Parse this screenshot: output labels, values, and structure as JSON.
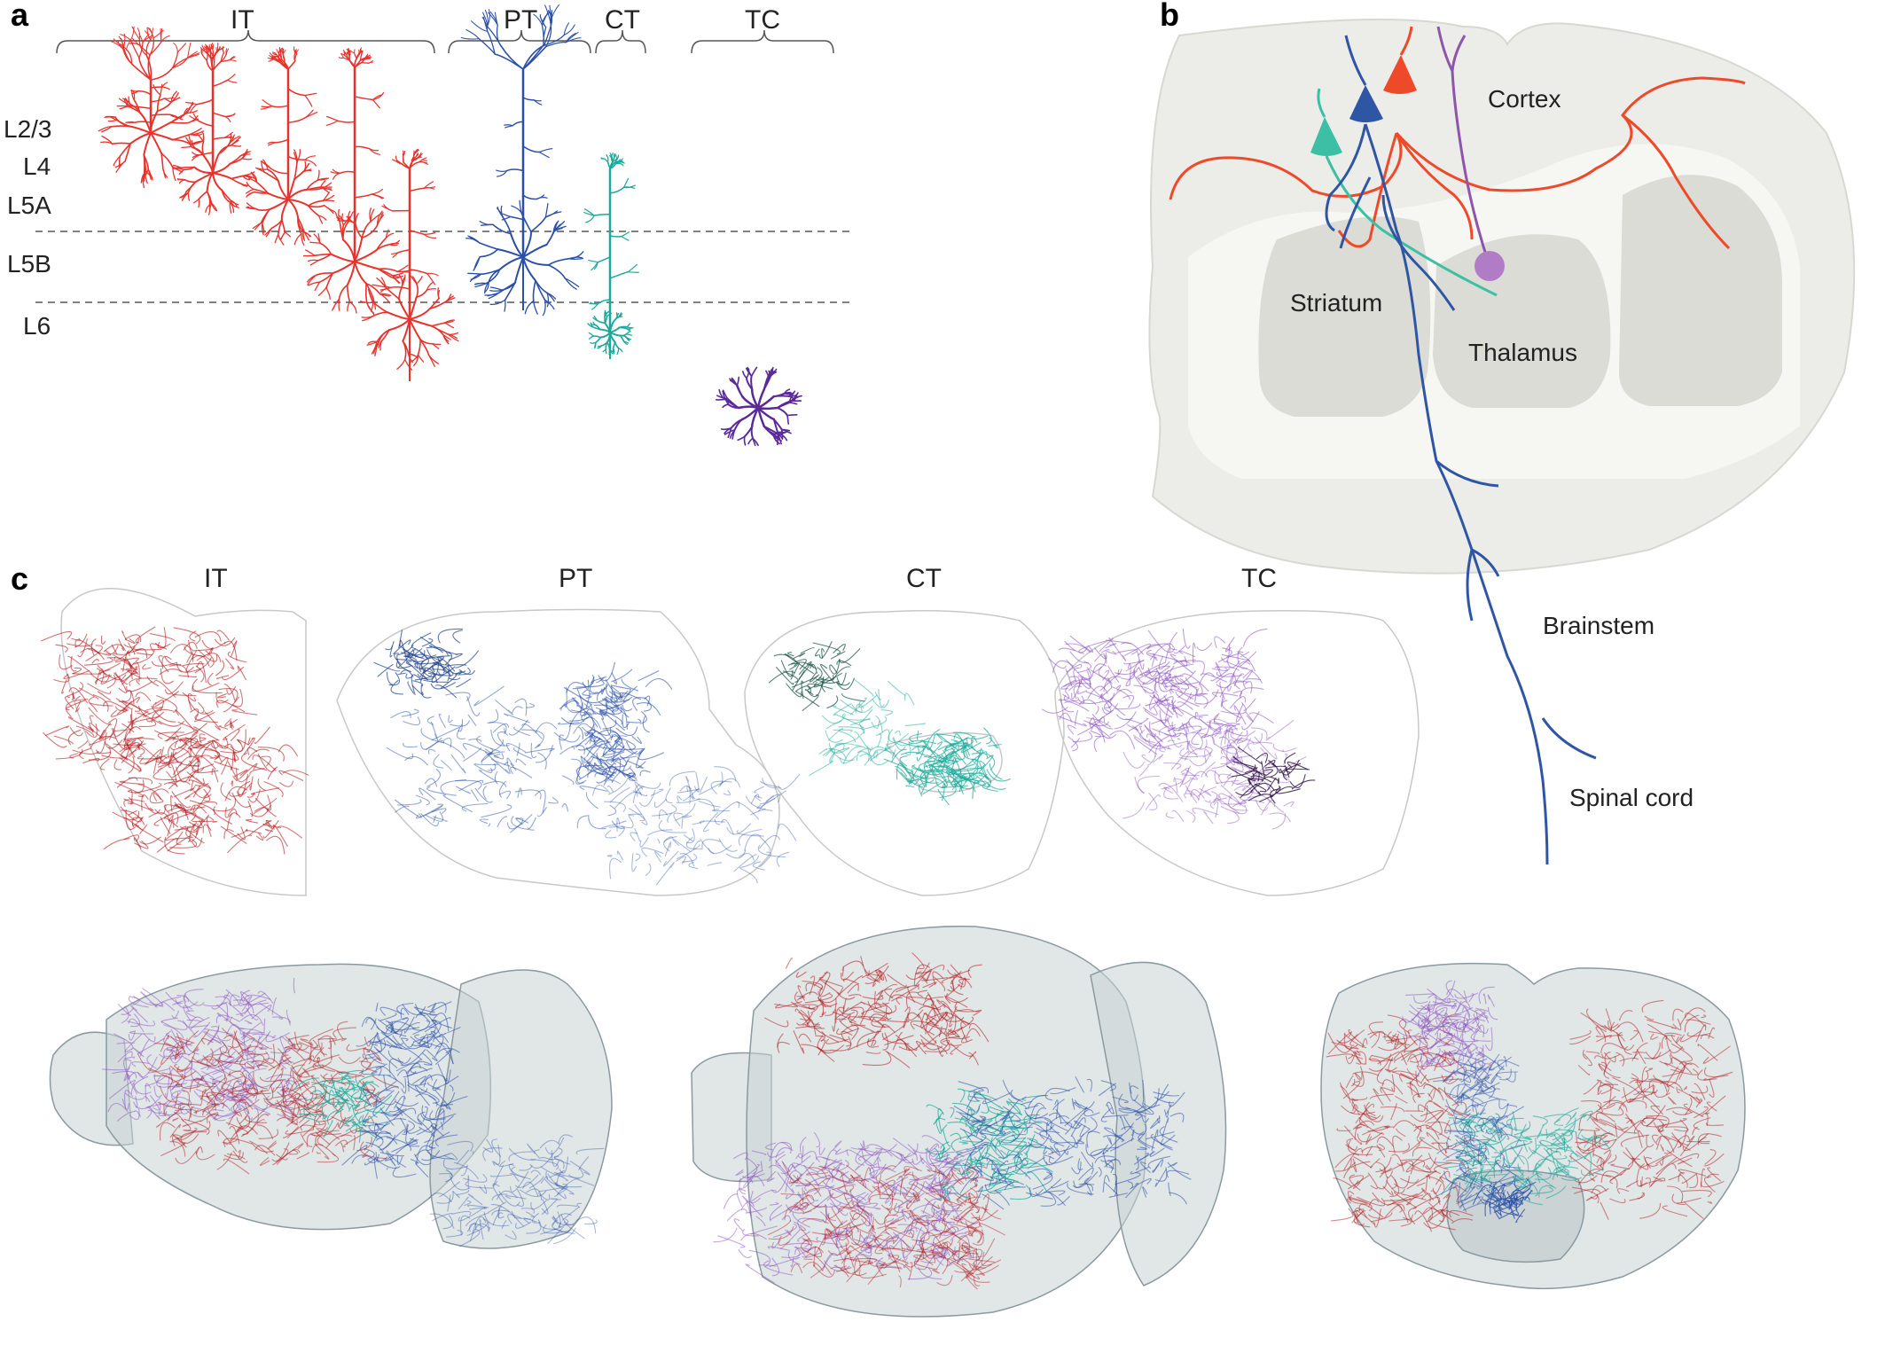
{
  "panel_a": {
    "label": "a",
    "groups": [
      "IT",
      "PT",
      "CT",
      "TC"
    ],
    "layers": [
      "L2/3",
      "L4",
      "L5A",
      "L5B",
      "L6"
    ]
  },
  "panel_b": {
    "label": "b",
    "regions": {
      "cortex": "Cortex",
      "striatum": "Striatum",
      "thalamus": "Thalamus",
      "brainstem": "Brainstem",
      "spinal_cord": "Spinal cord"
    }
  },
  "panel_c": {
    "label": "c",
    "titles": [
      "IT",
      "PT",
      "CT",
      "TC"
    ]
  },
  "colors": {
    "IT": "#e8322d",
    "IT_dark": "#b2191e",
    "PT": "#2a4fa8",
    "CT": "#1aa99a",
    "TC": "#5a2a9a",
    "TC_light": "#8b4fc0",
    "brain_fill": "#ecece8",
    "inner_fill": "#dcdcd6"
  }
}
